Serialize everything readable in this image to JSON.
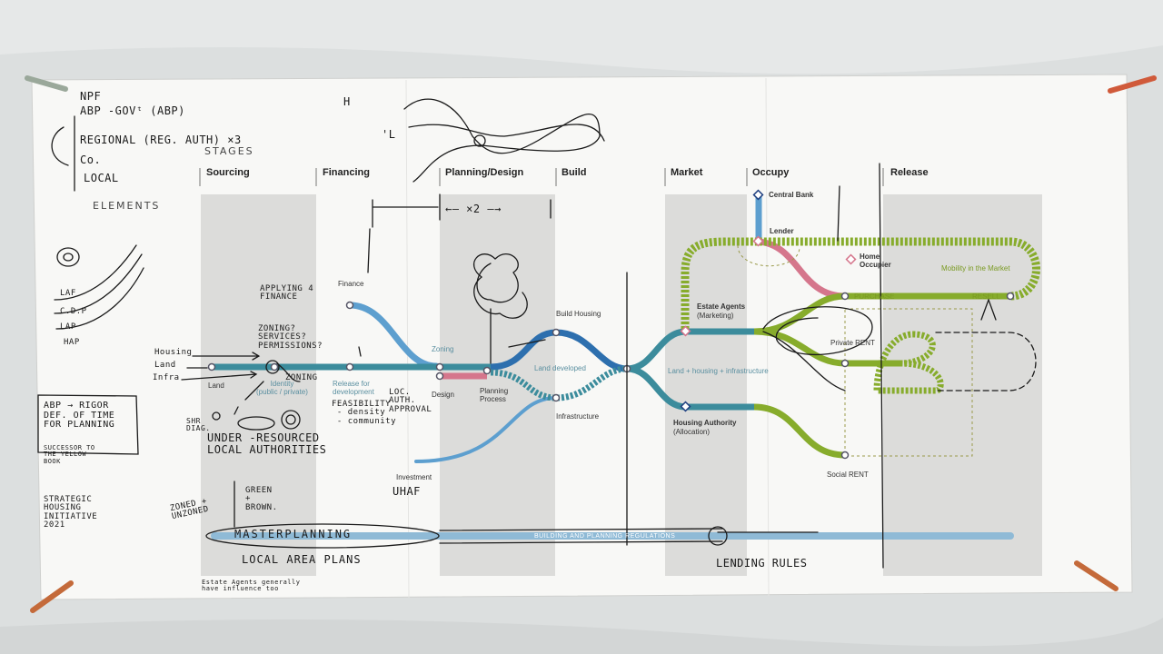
{
  "header": {
    "stages_label": "STAGES",
    "elements_label": "ELEMENTS"
  },
  "stages": [
    "Sourcing",
    "Financing",
    "Planning/Design",
    "Build",
    "Market",
    "Occupy",
    "Release"
  ],
  "nodes": {
    "finance": "Finance",
    "land": "Land",
    "identity": "Identity\n(public / private)",
    "release": "Release for\ndevelopment",
    "zoning": "Zoning",
    "design": "Design",
    "planning_process": "Planning\nProcess",
    "build_housing": "Build Housing",
    "land_developed": "Land developed",
    "infrastructure": "Infrastructure",
    "investment": "Investment",
    "land_housing_infra": "Land + housing + infrastructure",
    "estate_agents": "Estate Agents",
    "estate_agents_sub": "(Marketing)",
    "housing_authority": "Housing Authority",
    "housing_authority_sub": "(Allocation)",
    "central_bank": "Central Bank",
    "lender": "Lender",
    "home_occupier": "Home\nOccupier",
    "purchase": "PURCHASE",
    "resell": "RESELL",
    "mobility": "Mobility in the Market",
    "private_rent": "Private RENT",
    "social_rent": "Social RENT",
    "regulations": "BUILDING AND PLANNING REGULATIONS"
  },
  "handwriting": {
    "hier_1": "NPF",
    "hier_2": "ABP  -GOVᵗ (ABP)",
    "hier_3": "REGIONAL (REG. AUTH) ×3",
    "hier_4": "Co.",
    "hier_5": "LOCAL",
    "h_mark": "H",
    "l_mark": "'L",
    "x2": "←— ×2 —→",
    "laf": "LAF",
    "cdp": "C.D.P",
    "lap": "LAP",
    "hap": "HAP",
    "housing": "Housing",
    "land_h": "Land",
    "infra": "Infra",
    "applying": "APPLYING 4\nFINANCE",
    "zoning_q": "ZONING?\nSERVICES?\nPERMISSIONS?",
    "zoning_h": "ZONING",
    "feasibility": "FEASIBILITY\n - density\n - community",
    "loc_auth": "LOC.\nAUTH.\nAPPROVAL",
    "shr": "SHR\nDIAG.",
    "under": "UNDER -RESOURCED\nLOCAL AUTHORITIES",
    "abp_rigor": "ABP → RIGOR\nDEF. OF TIME\nFOR PLANNING",
    "successor": "SUCCESSOR TO\nTHE YELLOW\nBOOK",
    "strategic": "STRATEGIC\nHOUSING\nINITIATIVE\n2021",
    "zoned": "ZONED +\nUNZONED",
    "green": "GREEN\n+\nBROWN.",
    "uhaf": "UHAF",
    "master": "MASTERPLANNING",
    "lap_full": "LOCAL AREA PLANS",
    "lending": "LENDING RULES",
    "estate_note": "Estate Agents generally\nhave influence too"
  },
  "colors": {
    "teal": "#3a8da0",
    "light_blue": "#5fa2cc",
    "dark_blue": "#1f4f9e",
    "pink": "#d1728a",
    "green": "#86ad2b",
    "band": "#d9d9d7",
    "paper": "#fafaf8"
  }
}
